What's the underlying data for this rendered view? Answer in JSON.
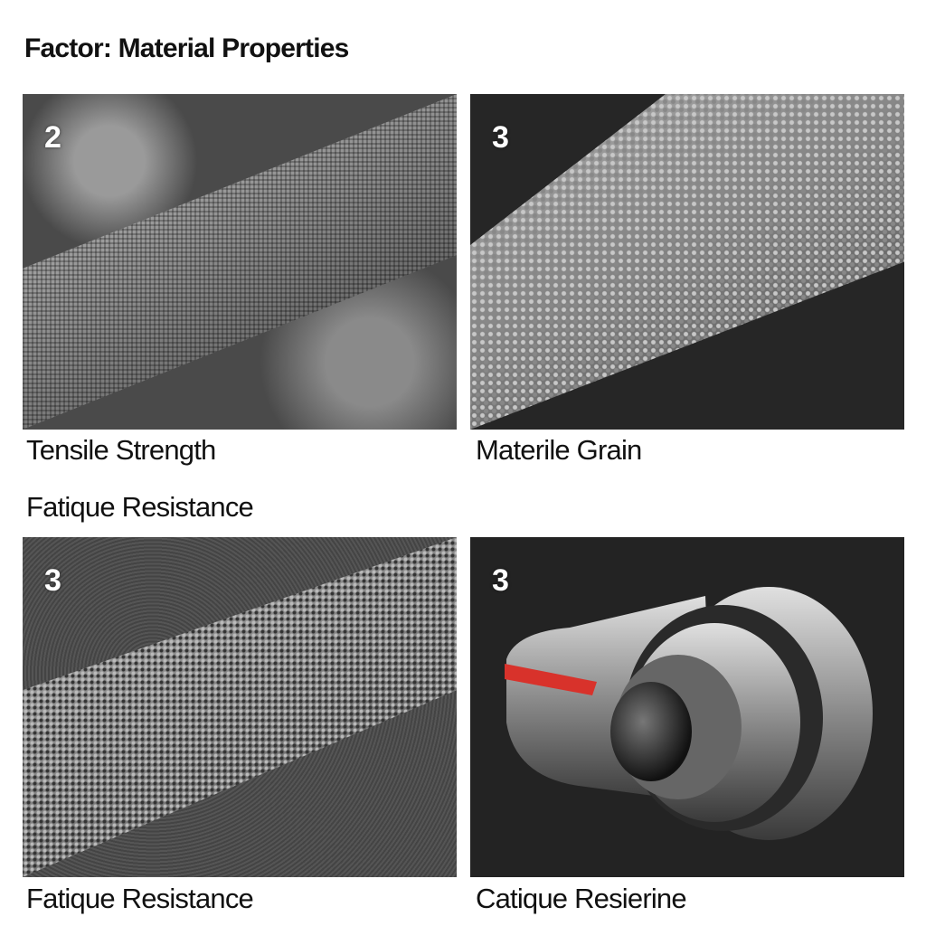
{
  "title": "Factor: Material Properties",
  "panels": [
    {
      "number": "2",
      "caption": "Tensile Strength"
    },
    {
      "number": "3",
      "caption": "Materile Grain"
    },
    {
      "number": "3",
      "caption": "Fatique Resistance"
    },
    {
      "number": "3",
      "caption": "Catique Resierine"
    }
  ],
  "section_label": "Fatique Resistance",
  "colors": {
    "accent_red": "#d8322b"
  }
}
